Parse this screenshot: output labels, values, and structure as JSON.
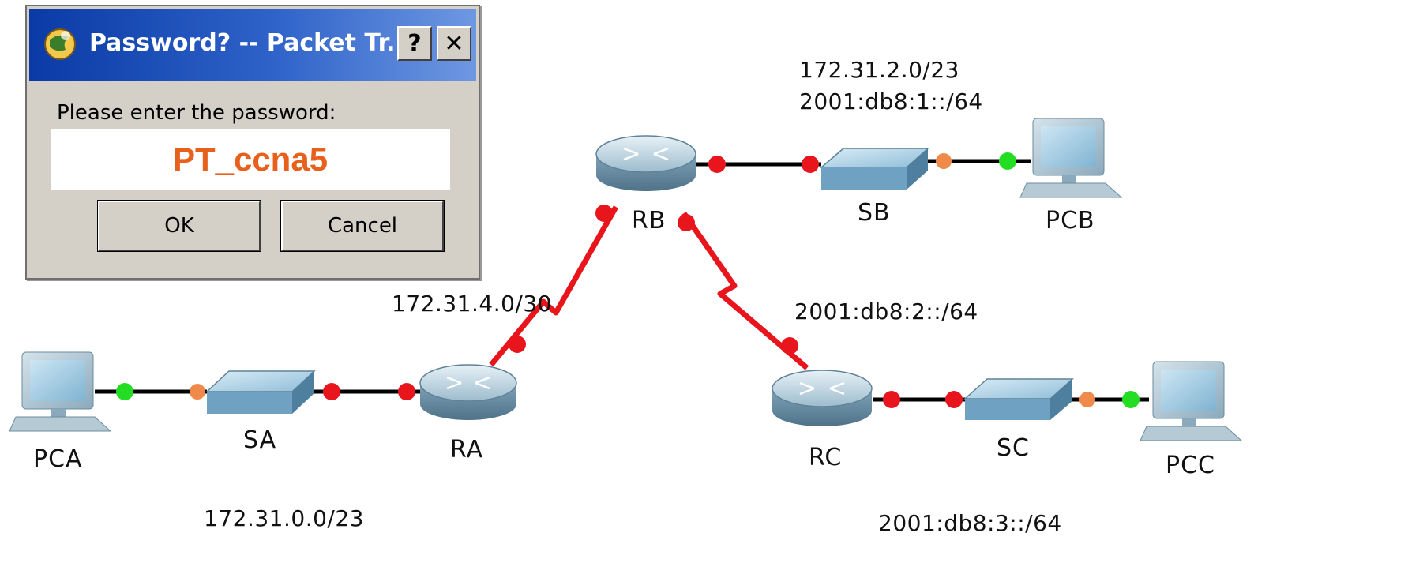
{
  "dialog": {
    "title": "Password? -- Packet Tr...",
    "help_label": "?",
    "close_label": "✕",
    "prompt": "Please enter the password:",
    "password_value": "PT_ccna5",
    "ok_label": "OK",
    "cancel_label": "Cancel"
  },
  "topology": {
    "devices": {
      "PCA": "PCA",
      "SA": "SA",
      "RA": "RA",
      "RB": "RB",
      "SB": "SB",
      "PCB": "PCB",
      "RC": "RC",
      "SC": "SC",
      "PCC": "PCC"
    },
    "networks": {
      "rb_lan_ipv4": "172.31.2.0/23",
      "rb_lan_ipv6": "2001:db8:1::/64",
      "ra_rb_wan": "172.31.4.0/30",
      "rb_rc_wan": "2001:db8:2::/64",
      "ra_lan": "172.31.0.0/23",
      "rc_lan": "2001:db8:3::/64"
    }
  },
  "colors": {
    "serial_link": "#e8161c",
    "link_up": "#e8161c",
    "port_orange": "#f08a4b",
    "port_green": "#22dd22",
    "password_text": "#e8611c"
  }
}
